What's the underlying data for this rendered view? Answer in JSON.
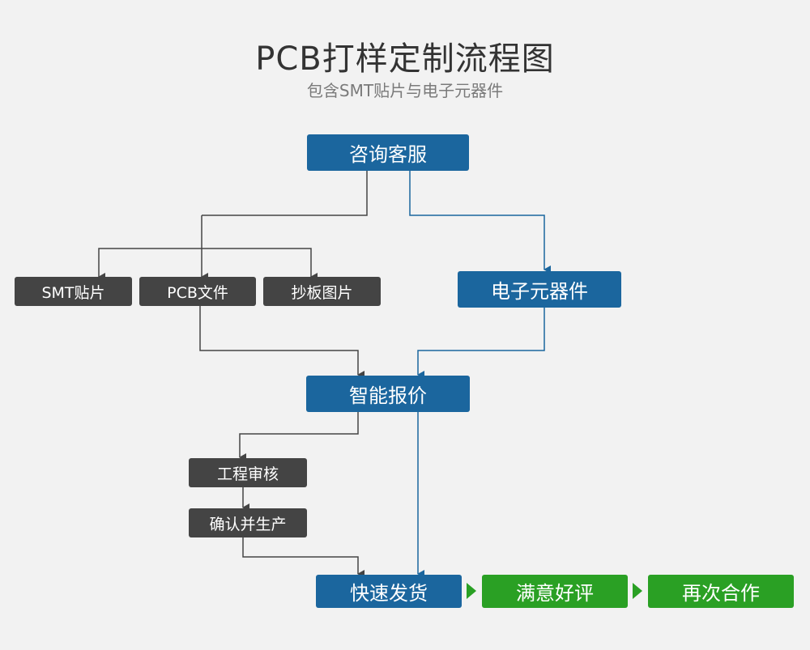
{
  "header": {
    "title": "PCB打样定制流程图",
    "subtitle": "包含SMT贴片与电子元器件"
  },
  "nodes": {
    "consult": "咨询客服",
    "smt": "SMT贴片",
    "pcb_file": "PCB文件",
    "copy_board": "抄板图片",
    "components": "电子元器件",
    "quote": "智能报价",
    "review": "工程审核",
    "confirm": "确认并生产",
    "shipping": "快速发货",
    "satisfied": "满意好评",
    "cooperate": "再次合作"
  },
  "colors": {
    "blue": "#1b669e",
    "dark": "#444444",
    "green": "#2aa024",
    "dark_line": "#444444",
    "blue_line": "#1b669e"
  }
}
